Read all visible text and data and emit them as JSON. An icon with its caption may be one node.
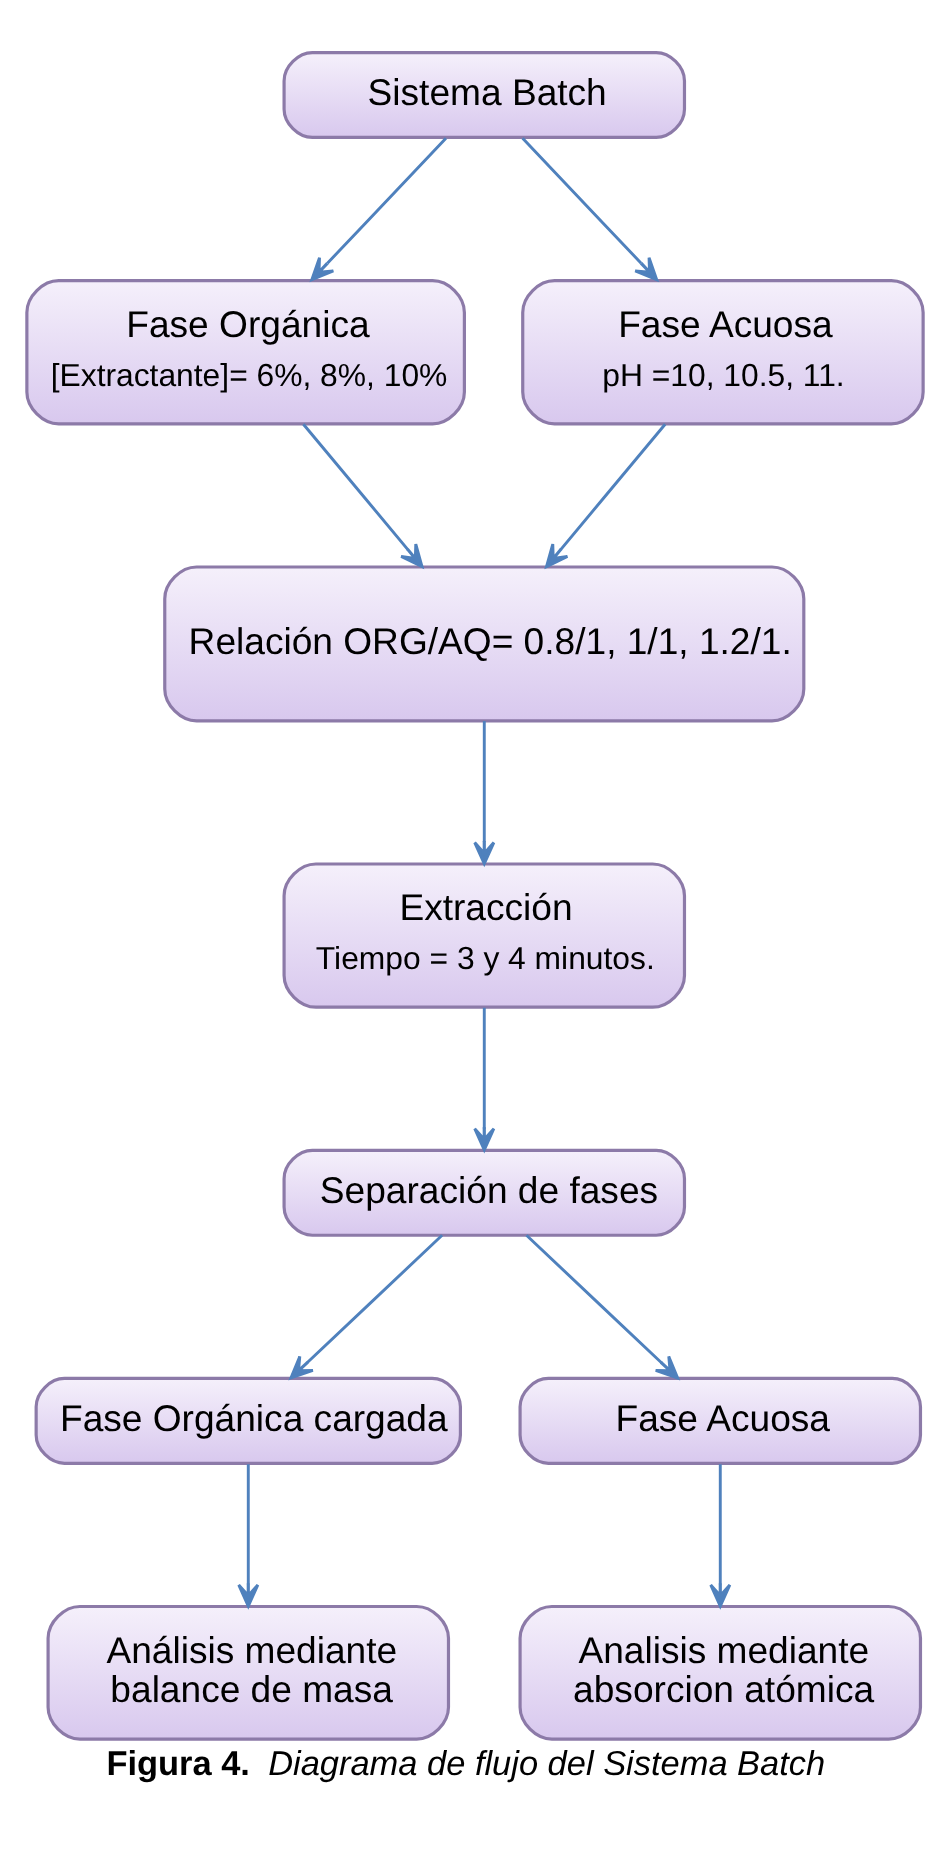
{
  "diagram": {
    "caption": "**Figura 4.** *Diagrama de flujo del Sistema Batch*",
    "nodes": [
      {
        "text": [
          "Sistema Batch"
        ]
      },
      {
        "text": [
          "Fase Orgánica",
          "[Extractante]= 6%, 8%, 10%"
        ]
      },
      {
        "text": [
          "Fase Acuosa",
          "pH =10, 10.5, 11."
        ]
      },
      {
        "text": [
          "Relación ORG/AQ= 0.8/1, 1/1, 1.2/1."
        ]
      },
      {
        "text": [
          "Extracción",
          "Tiempo = 3 y 4 minutos."
        ]
      },
      {
        "text": [
          "Separación de fases"
        ]
      },
      {
        "text": [
          "Fase Orgánica cargada"
        ]
      },
      {
        "text": [
          "Fase Acuosa"
        ]
      },
      {
        "text": [
          "Análisis mediante balance de masa"
        ]
      },
      {
        "text": [
          "Analisis mediante absorcion atómica"
        ]
      }
    ],
    "edges": [
      {
        "from": 0,
        "to": 1,
        "arrow": "to"
      },
      {
        "from": 0,
        "to": 2,
        "arrow": "to"
      },
      {
        "from": 1,
        "to": 3,
        "arrow": "to"
      },
      {
        "from": 2,
        "to": 3,
        "arrow": "to"
      },
      {
        "from": 3,
        "to": 4,
        "arrow": "to"
      },
      {
        "from": 4,
        "to": 5,
        "arrow": "to"
      },
      {
        "from": 5,
        "to": 6,
        "arrow": "to"
      },
      {
        "from": 5,
        "to": 7,
        "arrow": "to"
      },
      {
        "from": 6,
        "to": 8,
        "arrow": "to"
      },
      {
        "from": 7,
        "to": 9,
        "arrow": "to"
      }
    ]
  }
}
